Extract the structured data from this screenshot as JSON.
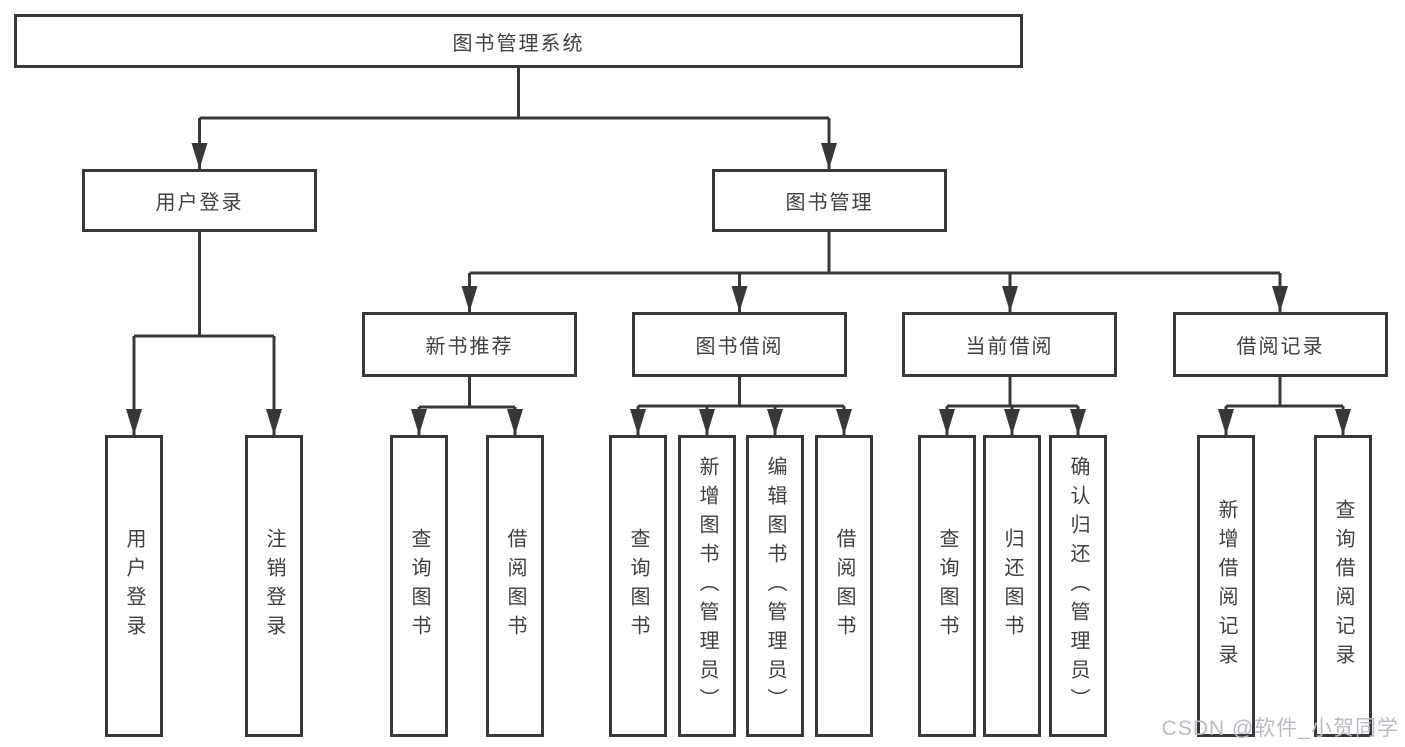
{
  "diagram": {
    "root": "图书管理系统",
    "branches": [
      {
        "label": "用户登录",
        "children": [
          "用户登录",
          "注销登录"
        ]
      },
      {
        "label": "图书管理",
        "children": [
          {
            "label": "新书推荐",
            "children": [
              "查询图书",
              "借阅图书"
            ]
          },
          {
            "label": "图书借阅",
            "children": [
              "查询图书",
              "新增图书（管理员）",
              "编辑图书（管理员）",
              "借阅图书"
            ]
          },
          {
            "label": "当前借阅",
            "children": [
              "查询图书",
              "归还图书",
              "确认归还（管理员）"
            ]
          },
          {
            "label": "借阅记录",
            "children": [
              "新增借阅记录",
              "查询借阅记录"
            ]
          }
        ]
      }
    ]
  },
  "watermark": "CSDN @软件_小贺同学",
  "colors": {
    "line": "#383838",
    "text": "#3f3f3f",
    "background": "#ffffff",
    "watermark": "#b7bcc4"
  }
}
